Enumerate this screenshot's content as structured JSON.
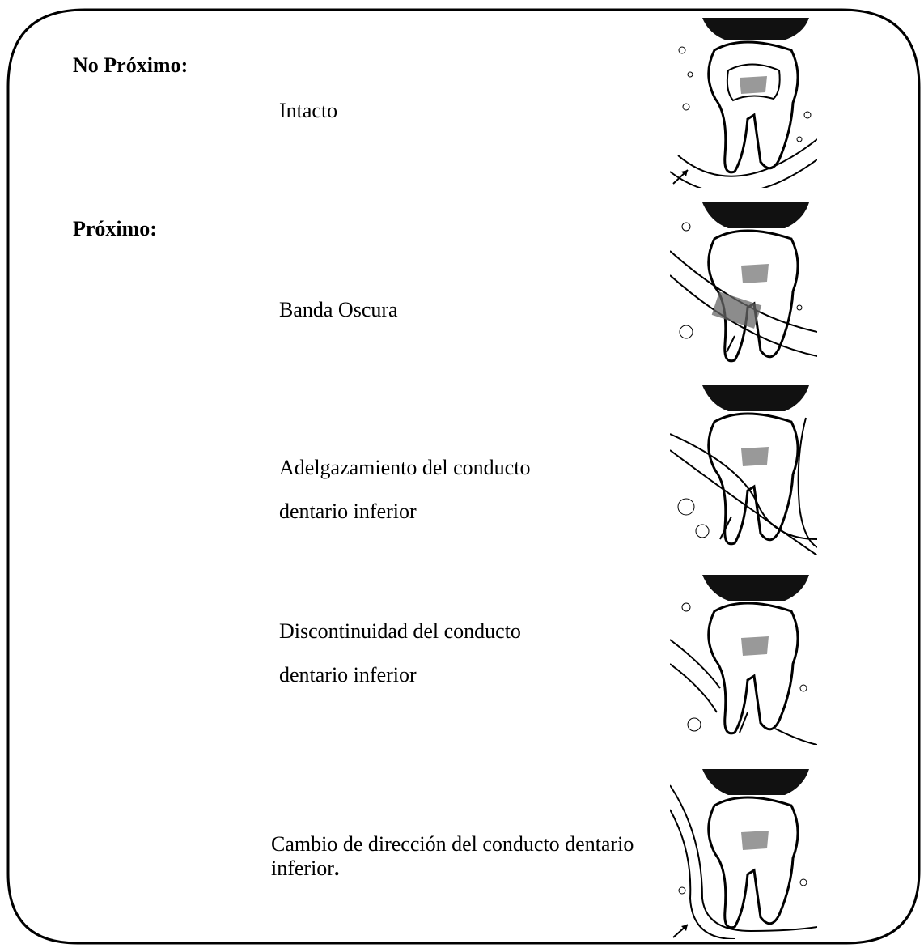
{
  "headings": {
    "no_proximo": "No Próximo:",
    "proximo": "Próximo:"
  },
  "items": [
    {
      "label": "Intacto",
      "illustration": "tooth-canal-intact"
    },
    {
      "label": "Banda Oscura",
      "illustration": "tooth-canal-dark-band"
    },
    {
      "label_line1": "Adelgazamiento del conducto",
      "label_line2": "dentario inferior",
      "illustration": "tooth-canal-narrowing"
    },
    {
      "label_line1": "Discontinuidad del conducto",
      "label_line2": "dentario inferior",
      "illustration": "tooth-canal-discontinuity"
    },
    {
      "label_line1": "Cambio de dirección del conducto dentario",
      "label_line2": "inferior",
      "label_period": ".",
      "illustration": "tooth-canal-diversion"
    }
  ]
}
